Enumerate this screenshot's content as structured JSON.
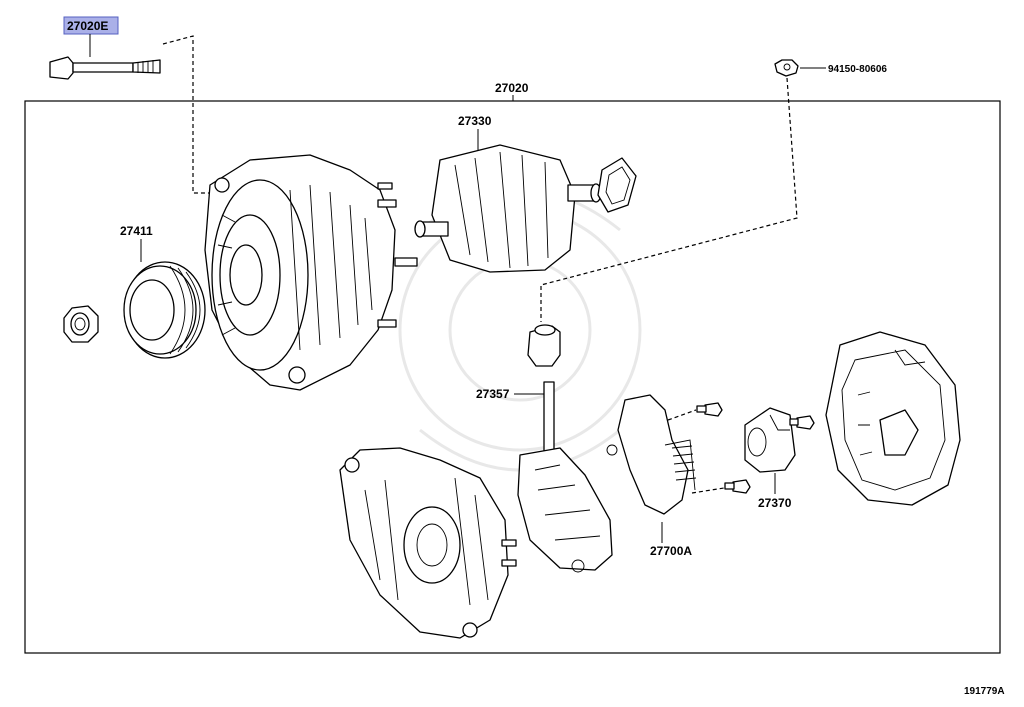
{
  "labels": {
    "bolt_highlighted": "27020E",
    "assembly": "27020",
    "rotor": "27330",
    "pulley": "27411",
    "nut_right": "94150-80606",
    "brush_holder": "27357",
    "end_cover": "27370",
    "regulator": "27700A",
    "figure_id": "191779A"
  },
  "colors": {
    "highlight": "#aab0e8",
    "line": "#000000",
    "watermark": "#e8e8e8"
  }
}
